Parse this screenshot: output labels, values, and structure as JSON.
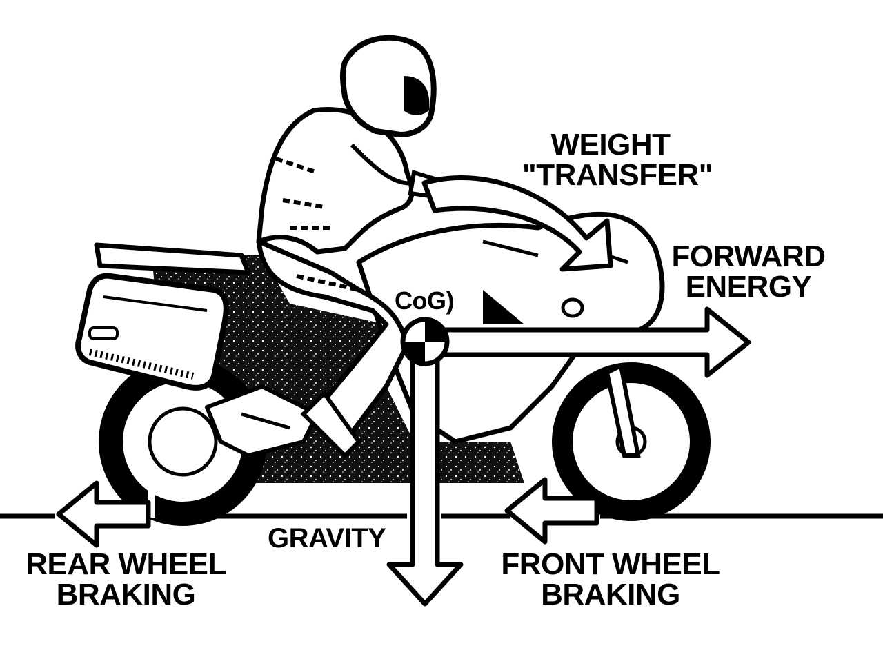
{
  "labels": {
    "weight_transfer_line1": "WEIGHT",
    "weight_transfer_line2": "\"TRANSFER\"",
    "forward_energy_line1": "FORWARD",
    "forward_energy_line2": "ENERGY",
    "cog": "CoG)",
    "gravity": "GRAVITY",
    "rear_braking_line1": "REAR WHEEL",
    "rear_braking_line2": "BRAKING",
    "front_braking_line1": "FRONT WHEEL",
    "front_braking_line2": "BRAKING"
  },
  "colors": {
    "ink": "#000000",
    "paper": "#ffffff",
    "shade": "#1a1a1a"
  }
}
